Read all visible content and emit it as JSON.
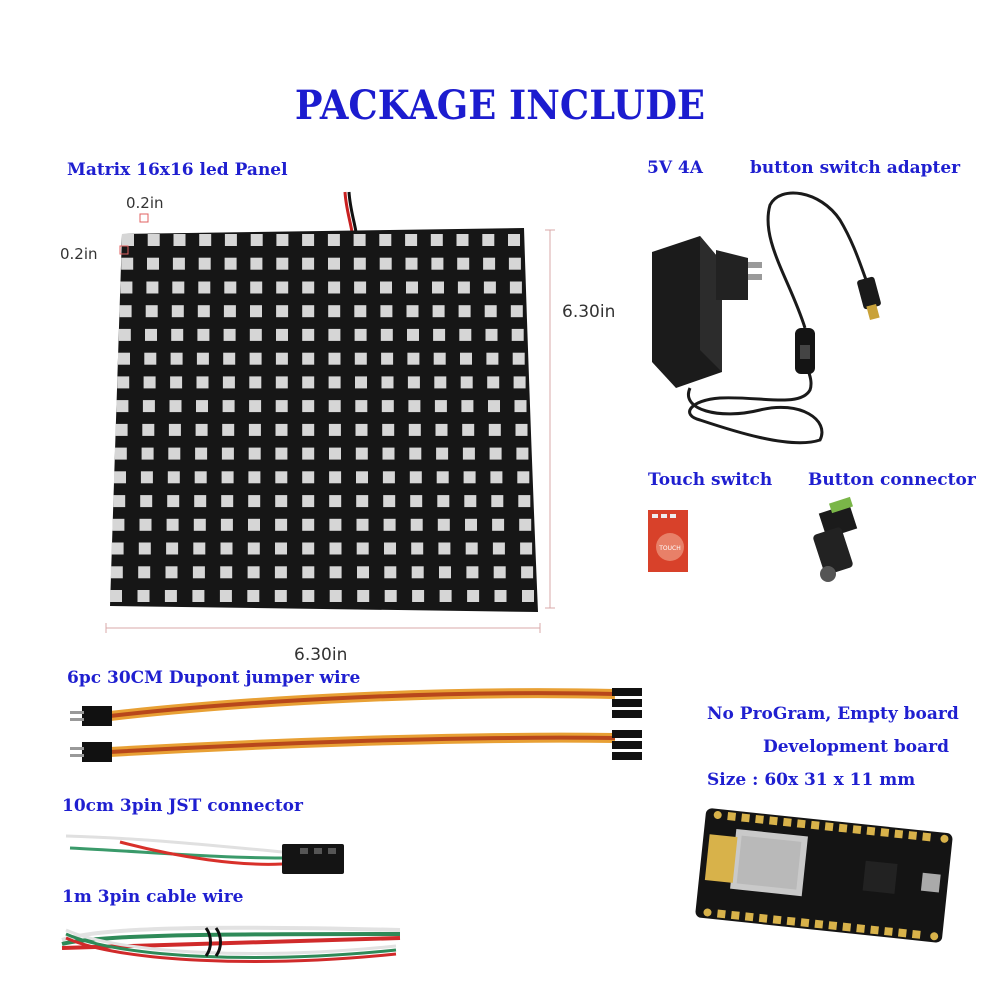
{
  "page": {
    "title": "PACKAGE INCLUDE"
  },
  "items": {
    "matrix_panel": "Matrix 16x16 led Panel",
    "power_supply": "5V 4A",
    "button_switch_adapter": "button switch adapter",
    "touch_switch": "Touch switch",
    "button_connector": "Button connector",
    "jumper_wire": "6pc  30CM  Dupont jumper wire",
    "jst_connector": "10cm 3pin JST connector",
    "cable_wire": "1m 3pin cable wire",
    "board_line1": "No ProGram, Empty board",
    "board_line2": "Development board",
    "board_size": "Size : 60x 31 x 11 mm"
  },
  "dimensions": {
    "led_pitch_top": "0.2in",
    "led_pitch_left": "0.2in",
    "panel_height": "6.30in",
    "panel_width": "6.30in"
  },
  "product_markings": {
    "touch_label": "TOUCH"
  },
  "matrix": {
    "rows": 16,
    "cols": 16
  },
  "colors": {
    "title": "#1c1ccf",
    "label": "#1f1fd0",
    "panel": "#1a1a1a",
    "led": "#d6d6d6",
    "touch_board": "#d8412a",
    "dev_board": "#141414"
  }
}
